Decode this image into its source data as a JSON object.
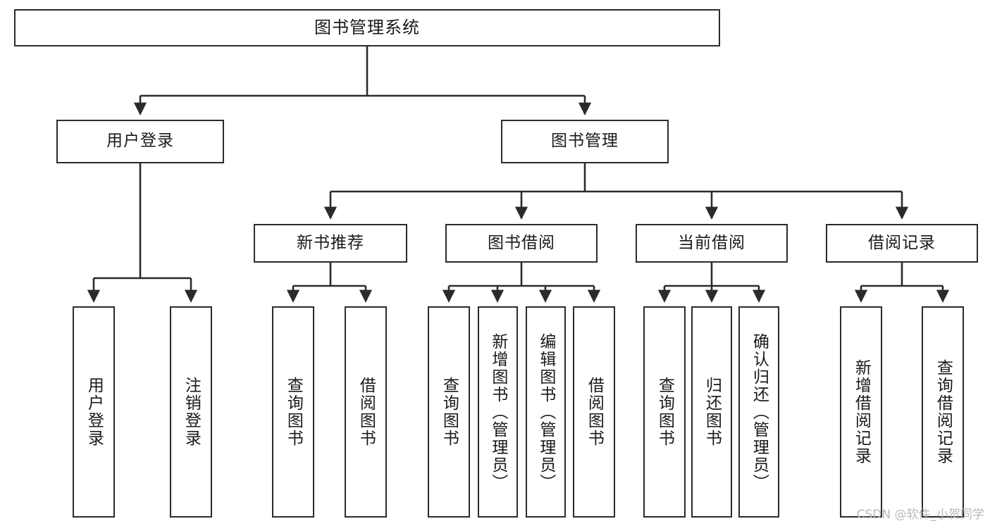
{
  "diagram": {
    "title": "图书管理系统",
    "type": "tree",
    "watermark": "CSDN @软件_小贺同学",
    "colors": {
      "border": "#2b2b2b",
      "background": "#ffffff",
      "text": "#1a1a1a",
      "watermark": "#b9b9b9"
    },
    "levels": {
      "root": {
        "label": "图书管理系统"
      },
      "level2": [
        {
          "label": "用户登录"
        },
        {
          "label": "图书管理"
        }
      ],
      "level3": [
        {
          "label": "新书推荐"
        },
        {
          "label": "图书借阅"
        },
        {
          "label": "当前借阅"
        },
        {
          "label": "借阅记录"
        }
      ],
      "leaves": [
        {
          "label": "用户登录",
          "parent": "用户登录"
        },
        {
          "label": "注销登录",
          "parent": "用户登录"
        },
        {
          "label": "查询图书",
          "parent": "新书推荐"
        },
        {
          "label": "借阅图书",
          "parent": "新书推荐"
        },
        {
          "label": "查询图书",
          "parent": "图书借阅"
        },
        {
          "label": "新增图书（管理员）",
          "parent": "图书借阅"
        },
        {
          "label": "编辑图书（管理员）",
          "parent": "图书借阅"
        },
        {
          "label": "借阅图书",
          "parent": "图书借阅"
        },
        {
          "label": "查询图书",
          "parent": "当前借阅"
        },
        {
          "label": "归还图书",
          "parent": "当前借阅"
        },
        {
          "label": "确认归还（管理员）",
          "parent": "当前借阅"
        },
        {
          "label": "新增借阅记录",
          "parent": "借阅记录"
        },
        {
          "label": "查询借阅记录",
          "parent": "借阅记录"
        }
      ]
    }
  }
}
